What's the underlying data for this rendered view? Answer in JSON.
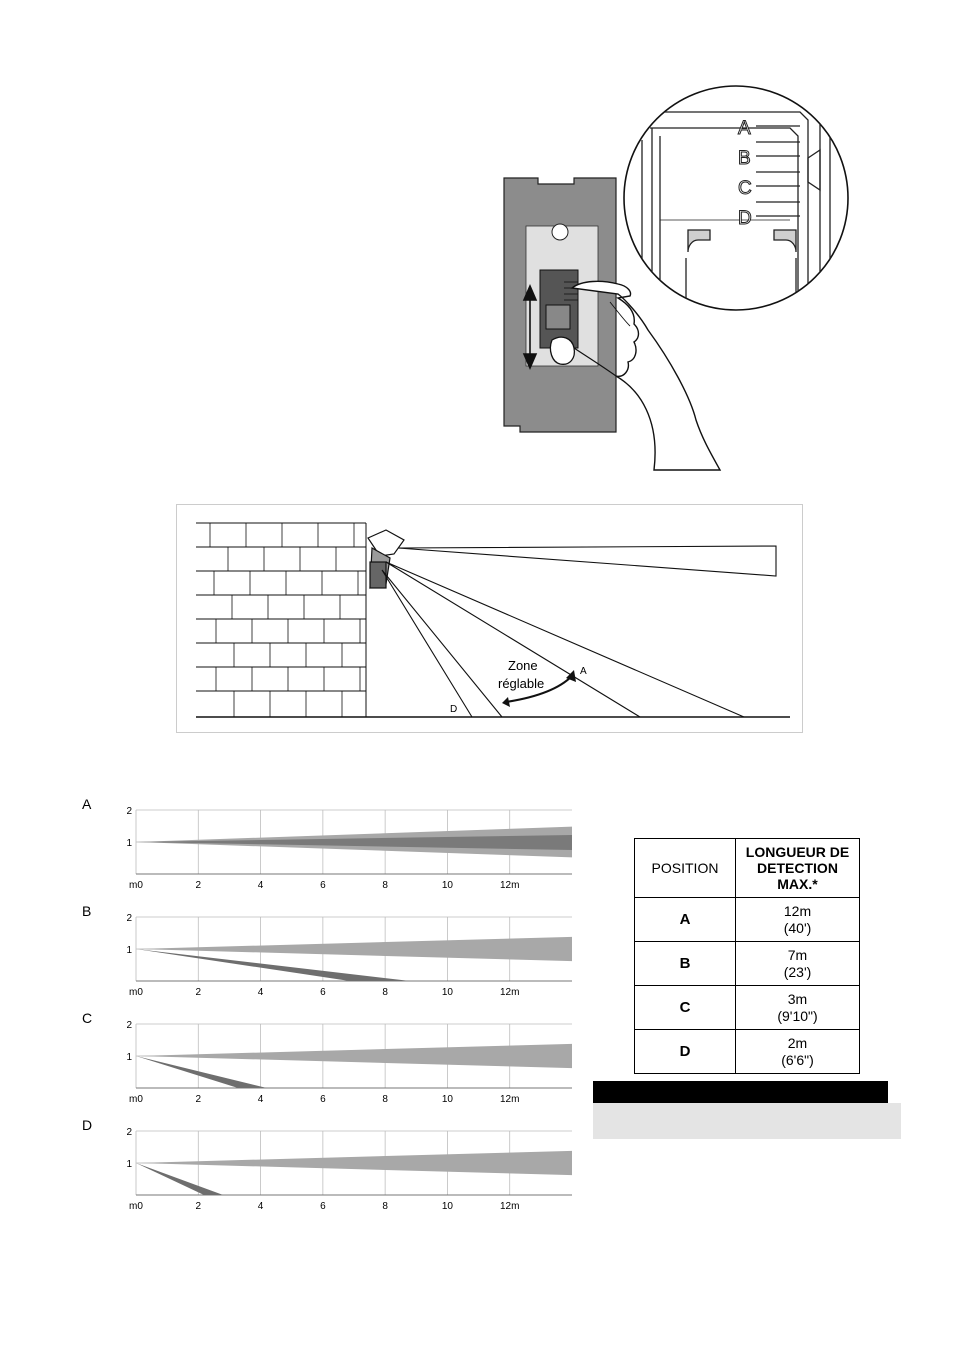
{
  "adjuster": {
    "positions": [
      "A",
      "B",
      "C",
      "D"
    ]
  },
  "scene": {
    "zone_label_line1": "Zone",
    "zone_label_line2": "réglable",
    "beam_label_a": "A",
    "beam_label_d": "D"
  },
  "charts": {
    "y_ticks": [
      "2",
      "1"
    ],
    "x_ticks": [
      "m0",
      "2",
      "4",
      "6",
      "8",
      "10",
      "12m"
    ],
    "colors": {
      "main_beam": "#a8a8a8",
      "core_beam": "#7a7a7a",
      "ground_beam": "#6e6e6e"
    }
  },
  "chart_data": [
    {
      "type": "area",
      "label": "A",
      "x_range": [
        0,
        14
      ],
      "y_range": [
        0,
        2
      ],
      "x_ticks": [
        0,
        2,
        4,
        6,
        8,
        10,
        12
      ],
      "series": [
        {
          "y_upper_at_14": 1.48,
          "y_lower_at_14": 0.52
        },
        {
          "y_upper_at_14": 1.22,
          "y_lower_at_14": 0.75
        }
      ]
    },
    {
      "type": "area",
      "label": "B",
      "x_range": [
        0,
        14
      ],
      "y_range": [
        0,
        2
      ],
      "x_ticks": [
        0,
        2,
        4,
        6,
        8,
        10,
        12
      ],
      "series": [
        {
          "y_upper_at_14": 1.38,
          "y_lower_at_14": 0.62
        },
        {
          "ground_reach": 8.8
        }
      ]
    },
    {
      "type": "area",
      "label": "C",
      "x_range": [
        0,
        14
      ],
      "y_range": [
        0,
        2
      ],
      "x_ticks": [
        0,
        2,
        4,
        6,
        8,
        10,
        12
      ],
      "series": [
        {
          "y_upper_at_14": 1.38,
          "y_lower_at_14": 0.62
        },
        {
          "ground_reach": 4.2
        }
      ]
    },
    {
      "type": "area",
      "label": "D",
      "x_range": [
        0,
        14
      ],
      "y_range": [
        0,
        2
      ],
      "x_ticks": [
        0,
        2,
        4,
        6,
        8,
        10,
        12
      ],
      "series": [
        {
          "y_upper_at_14": 1.38,
          "y_lower_at_14": 0.62
        },
        {
          "ground_reach": 2.8
        }
      ]
    }
  ],
  "table": {
    "header_position": "POSITION",
    "header_length": "LONGUEUR DE DETECTION MAX.*",
    "rows": [
      {
        "position": "A",
        "metric": "12m",
        "imperial": "(40')"
      },
      {
        "position": "B",
        "metric": "7m",
        "imperial": "(23')"
      },
      {
        "position": "C",
        "metric": "3m",
        "imperial": "(9'10\")"
      },
      {
        "position": "D",
        "metric": "2m",
        "imperial": "(6'6\")"
      }
    ]
  }
}
